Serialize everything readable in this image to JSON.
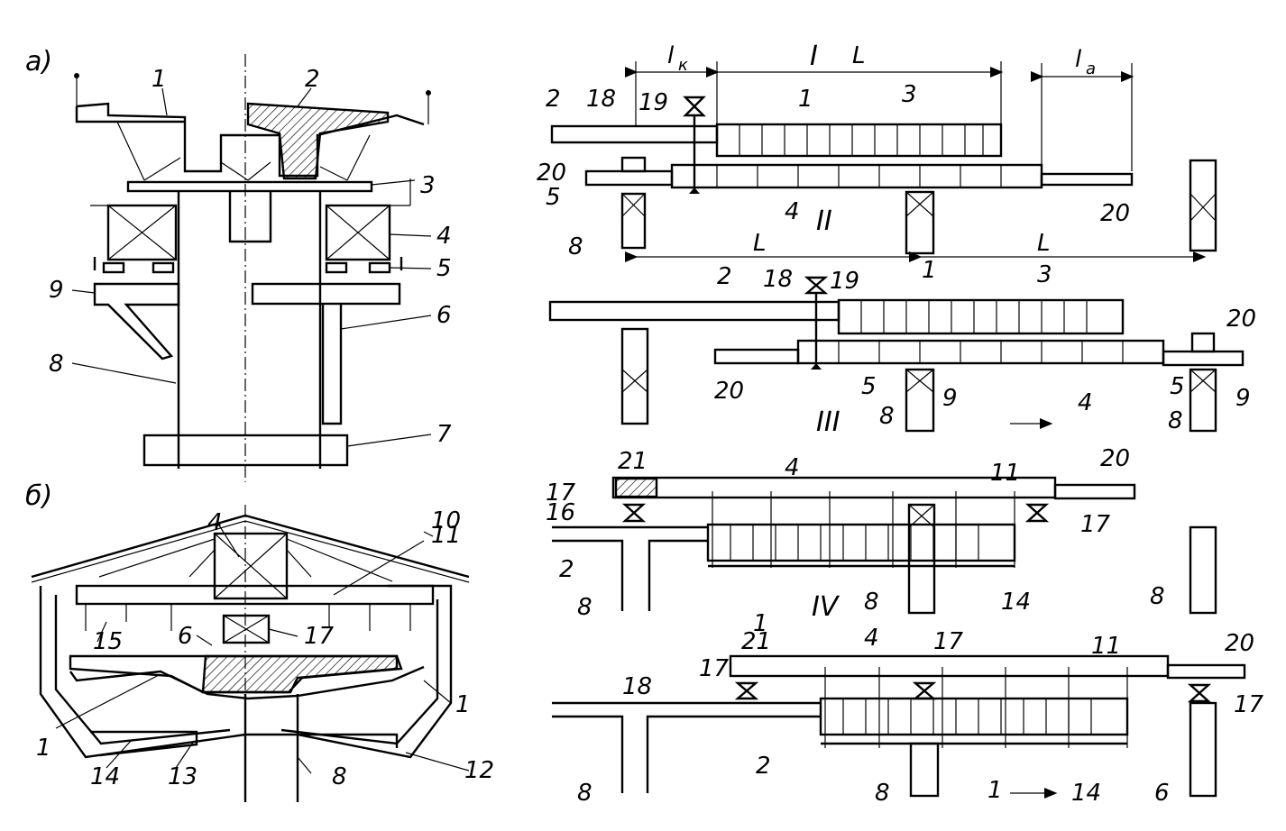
{
  "views": {
    "a": "а)",
    "b": "б)"
  },
  "stages": {
    "I": "I",
    "II": "II",
    "III": "III",
    "IV": "IV"
  },
  "dims": {
    "lk": "l",
    "lk_sub": "к",
    "la": "l",
    "la_sub": "a",
    "L": "L"
  },
  "numbers": [
    "1",
    "2",
    "3",
    "4",
    "5",
    "6",
    "7",
    "8",
    "9",
    "10",
    "11",
    "12",
    "13",
    "14",
    "15",
    "16",
    "17",
    "18",
    "19",
    "20",
    "21"
  ]
}
